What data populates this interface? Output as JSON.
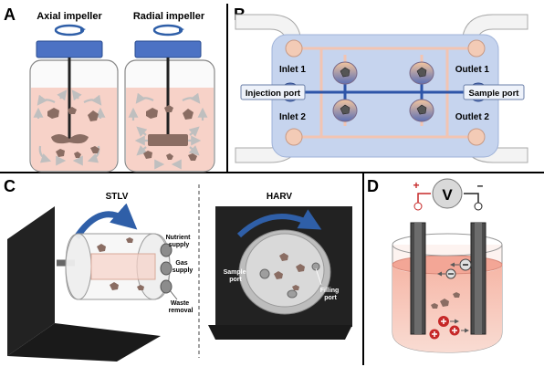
{
  "panels": {
    "a": {
      "letter": "A",
      "axial_title": "Axial impeller",
      "radial_title": "Radial impeller"
    },
    "b": {
      "letter": "B",
      "inlet_1": "Inlet 1",
      "inlet_2": "Inlet 2",
      "outlet_1": "Outlet 1",
      "outlet_2": "Outlet 2",
      "injection_port": "Injection port",
      "sample_port": "Sample port"
    },
    "c": {
      "letter": "C",
      "stlv_title": "STLV",
      "harv_title": "HARV",
      "nutrient_supply": [
        "Nutrient",
        "supply"
      ],
      "gas_supply": [
        "Gas",
        "supply"
      ],
      "waste_removal": [
        "Waste",
        "removal"
      ],
      "sample_port": [
        "Sample",
        "port"
      ],
      "filling_port": [
        "Filling",
        "port"
      ]
    },
    "d": {
      "letter": "D",
      "voltage_symbol": "V",
      "plus_sign": "+",
      "minus_sign": "–"
    }
  },
  "colors": {
    "jar_liquid": "#f7d2c8",
    "cap_blue": "#4c72c4",
    "chip_blue": "#c6d4ee",
    "channel_blue": "#2e55a8",
    "panel_c_backdrop": "#222222",
    "arrow_blue": "#2f5fa8",
    "positive_red": "#c62828",
    "cell_brown": "#8a6d63"
  }
}
